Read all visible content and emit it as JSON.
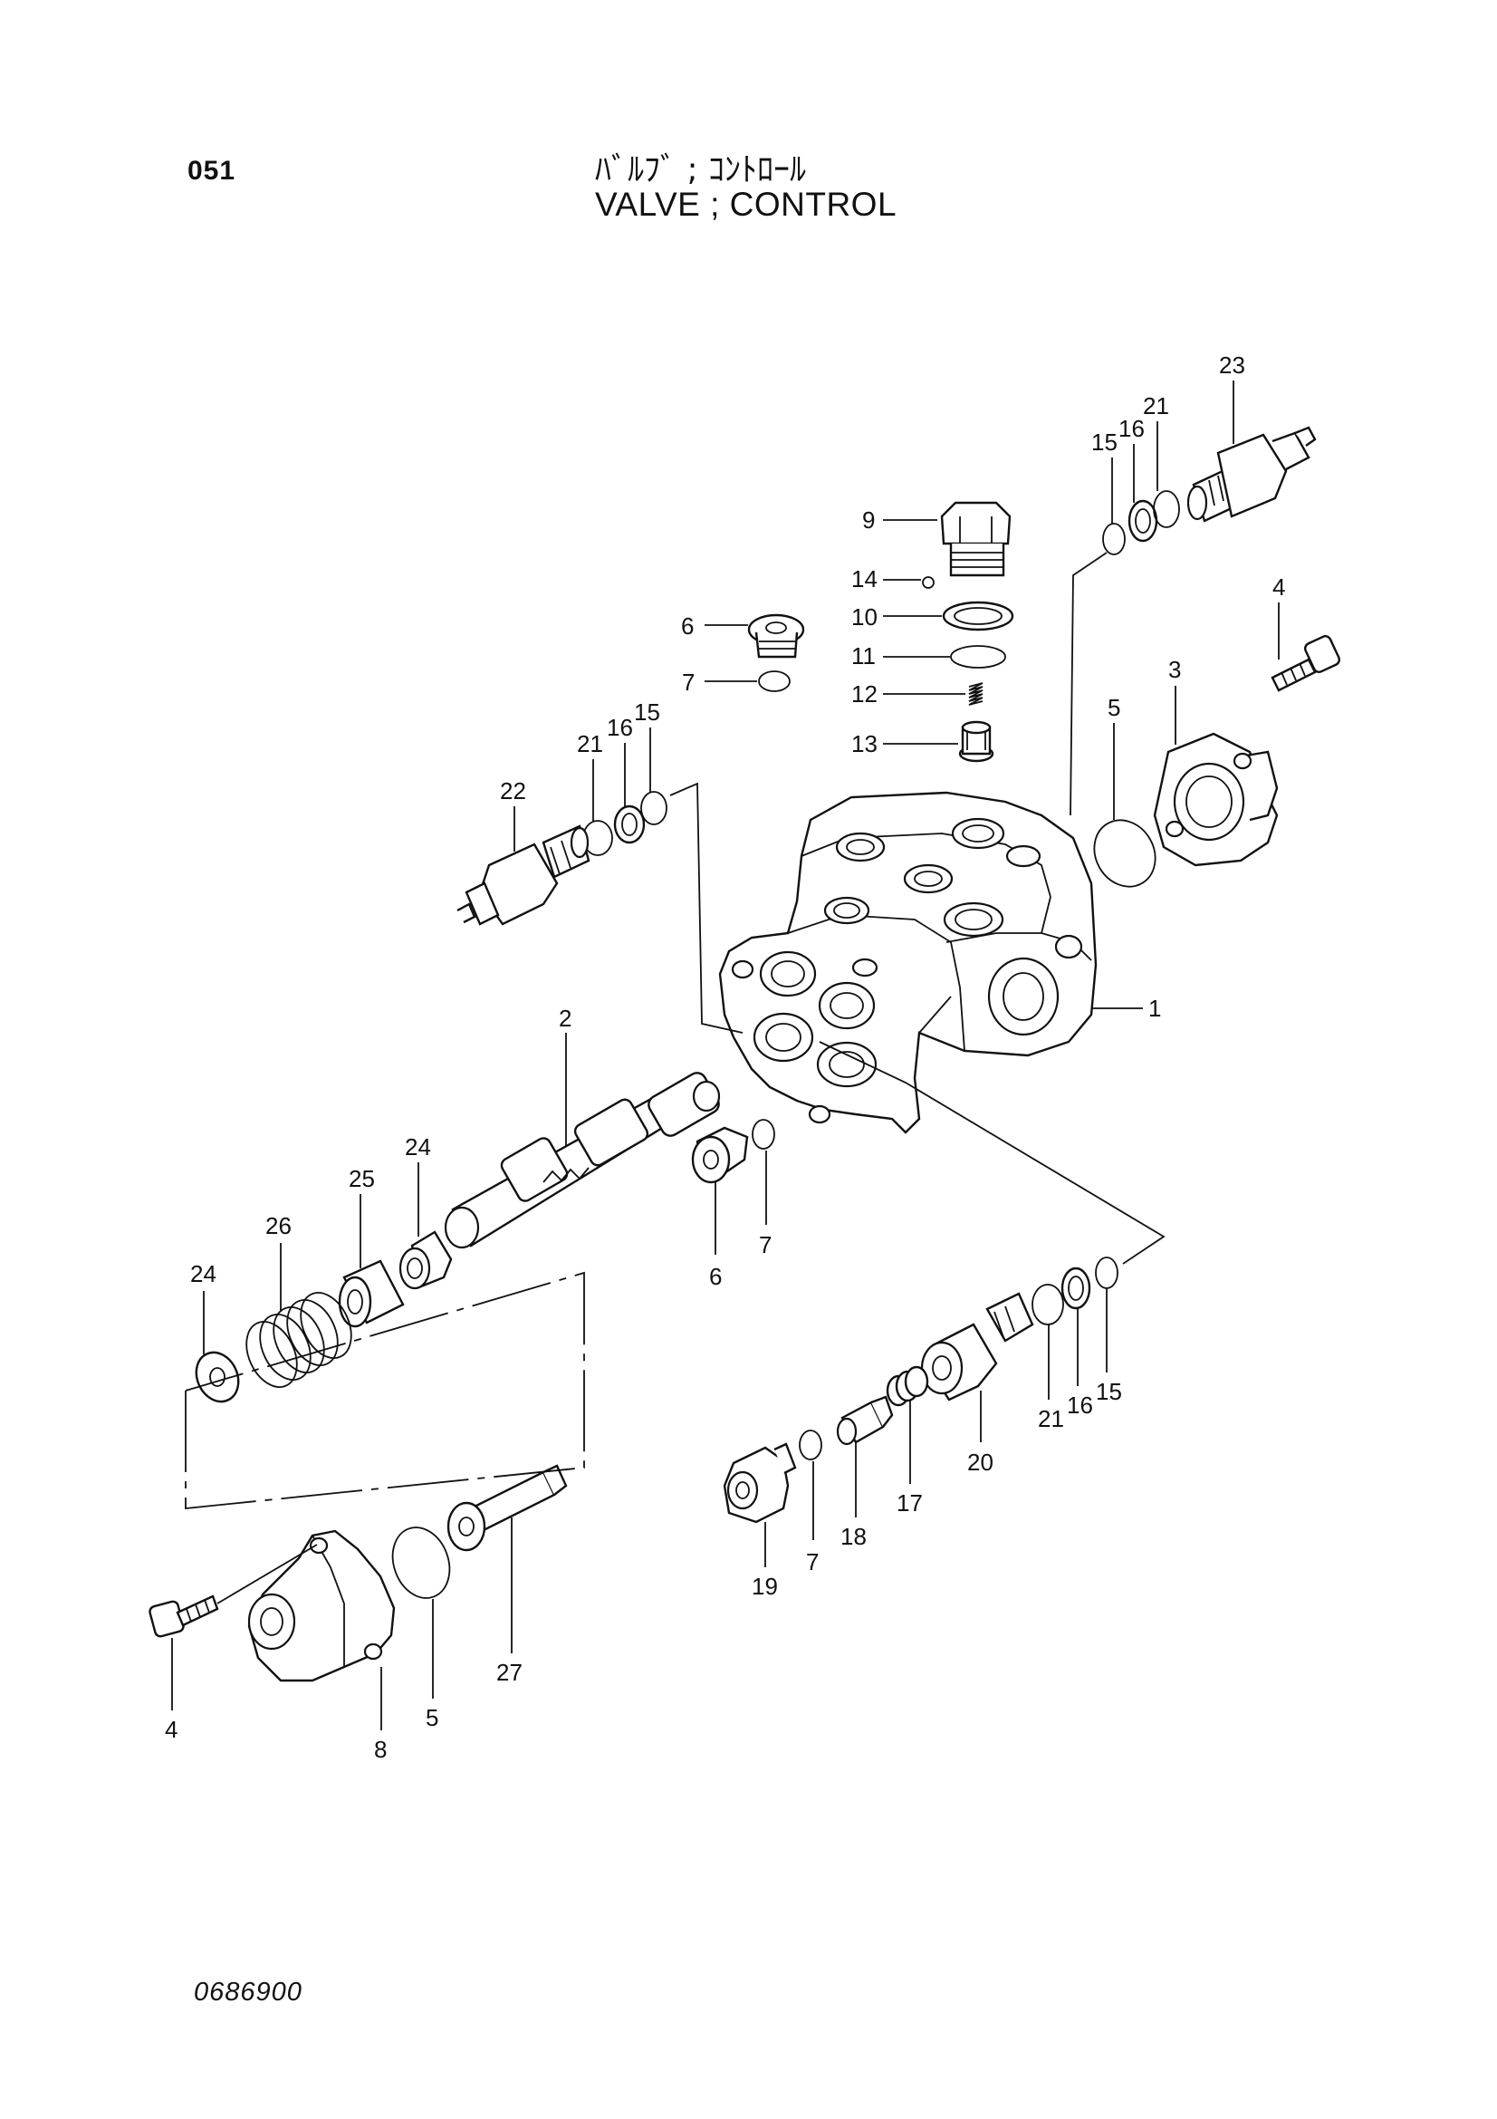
{
  "header": {
    "sheet_code": "051",
    "title_jp": "ﾊﾞﾙﾌﾞ ; ｺﾝﾄﾛｰﾙ",
    "title_en": "VALVE ; CONTROL"
  },
  "footer": {
    "drawing_number": "0686900"
  },
  "callouts": {
    "c1": "1",
    "c2": "2",
    "c3": "3",
    "c4a": "4",
    "c4b": "4",
    "c5a": "5",
    "c5b": "5",
    "c6a": "6",
    "c6b": "6",
    "c7a": "7",
    "c7b": "7",
    "c7c": "7",
    "c8": "8",
    "c9": "9",
    "c10": "10",
    "c11": "11",
    "c12": "12",
    "c13": "13",
    "c14": "14",
    "c15a": "15",
    "c15b": "15",
    "c15c": "15",
    "c16a": "16",
    "c16b": "16",
    "c16c": "16",
    "c17": "17",
    "c18": "18",
    "c19": "19",
    "c20": "20",
    "c21a": "21",
    "c21b": "21",
    "c21c": "21",
    "c22": "22",
    "c23": "23",
    "c24a": "24",
    "c24b": "24",
    "c25": "25",
    "c26": "26",
    "c27": "27"
  }
}
